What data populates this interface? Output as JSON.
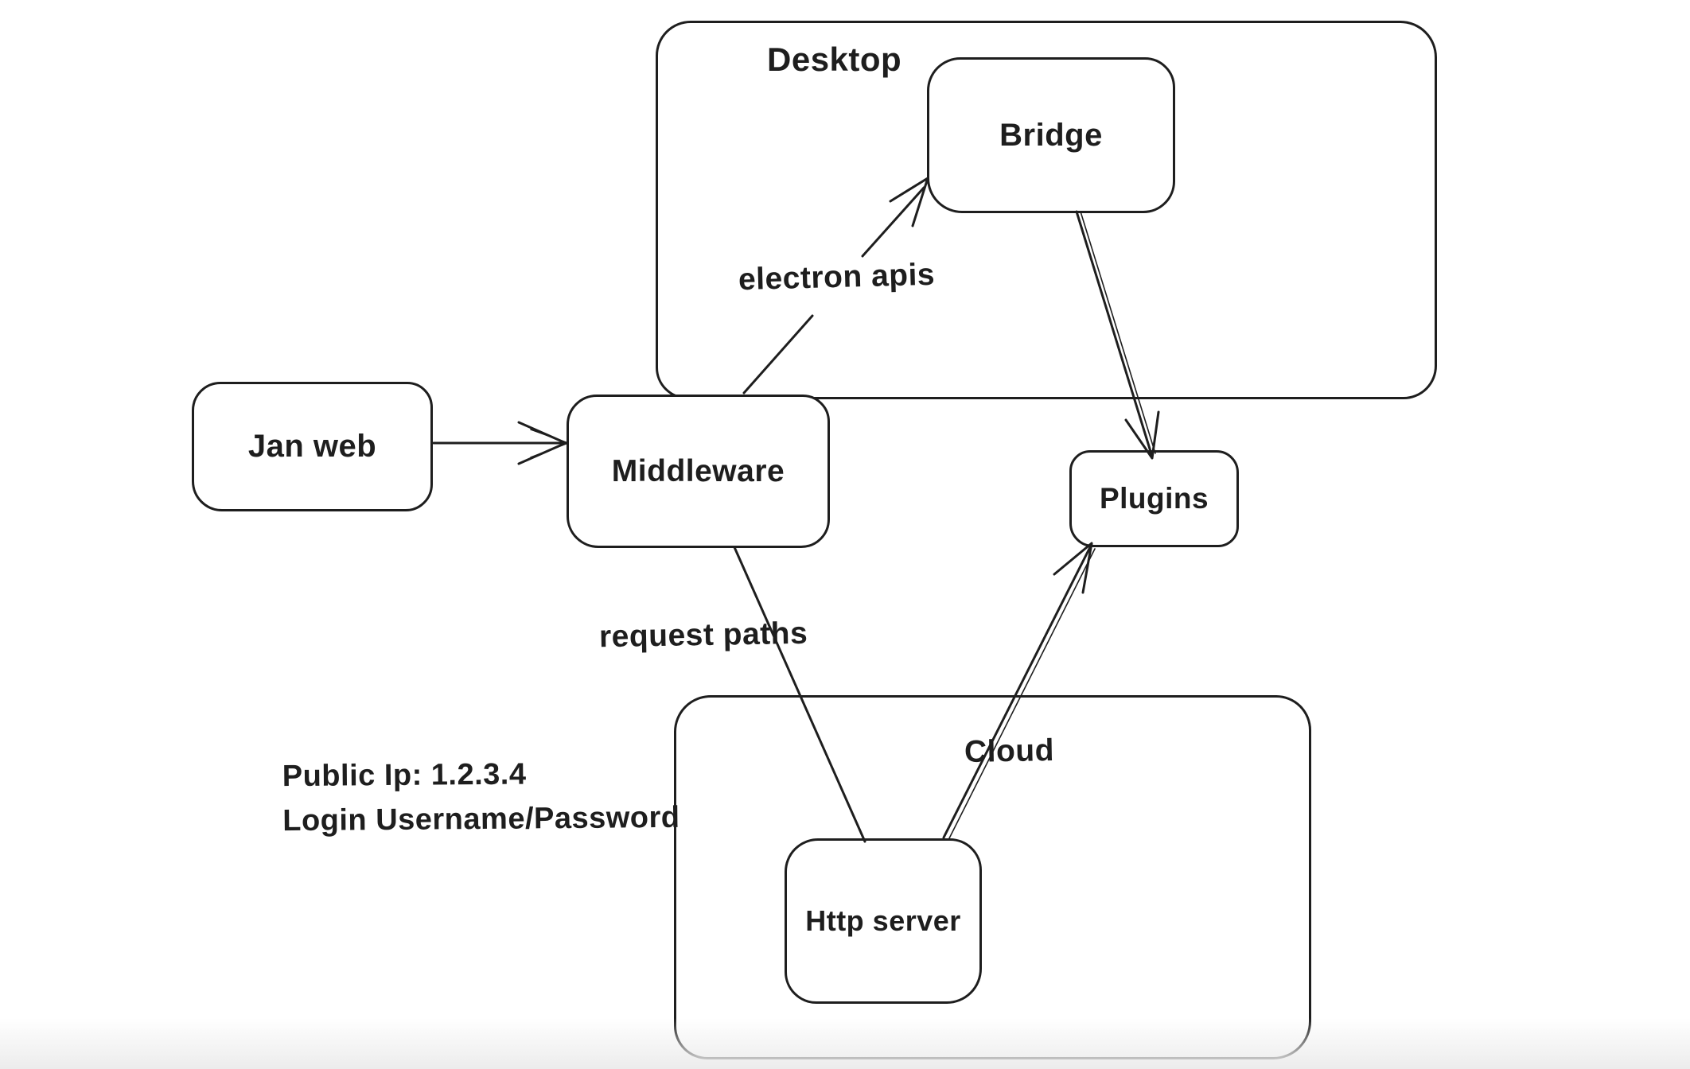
{
  "canvas": {
    "background_color": "#ffffff",
    "stroke_color": "#1e1e1e"
  },
  "diagram": {
    "containers": [
      {
        "id": "desktop",
        "label": "Desktop"
      },
      {
        "id": "cloud",
        "label": "Cloud"
      }
    ],
    "nodes": [
      {
        "id": "jan-web",
        "label": "Jan web"
      },
      {
        "id": "middleware",
        "label": "Middleware"
      },
      {
        "id": "bridge",
        "label": "Bridge"
      },
      {
        "id": "plugins",
        "label": "Plugins"
      },
      {
        "id": "http-server",
        "label": "Http server"
      }
    ],
    "edge_labels": [
      {
        "id": "electron-apis",
        "text": "electron apis"
      },
      {
        "id": "request-paths",
        "text": "request paths"
      }
    ],
    "edges": [
      {
        "from": "Jan web",
        "to": "Middleware",
        "label": "",
        "arrowhead": true
      },
      {
        "from": "Middleware",
        "to": "Bridge",
        "label": "electron apis",
        "arrowhead": true
      },
      {
        "from": "Bridge",
        "to": "Plugins",
        "label": "",
        "arrowhead": true
      },
      {
        "from": "Middleware",
        "to": "Http server",
        "label": "request paths",
        "arrowhead": false
      },
      {
        "from": "Http server",
        "to": "Plugins",
        "label": "",
        "arrowhead": true
      }
    ],
    "annotation": {
      "line1": "Public Ip: 1.2.3.4",
      "line2": "Login Username/Password"
    }
  }
}
